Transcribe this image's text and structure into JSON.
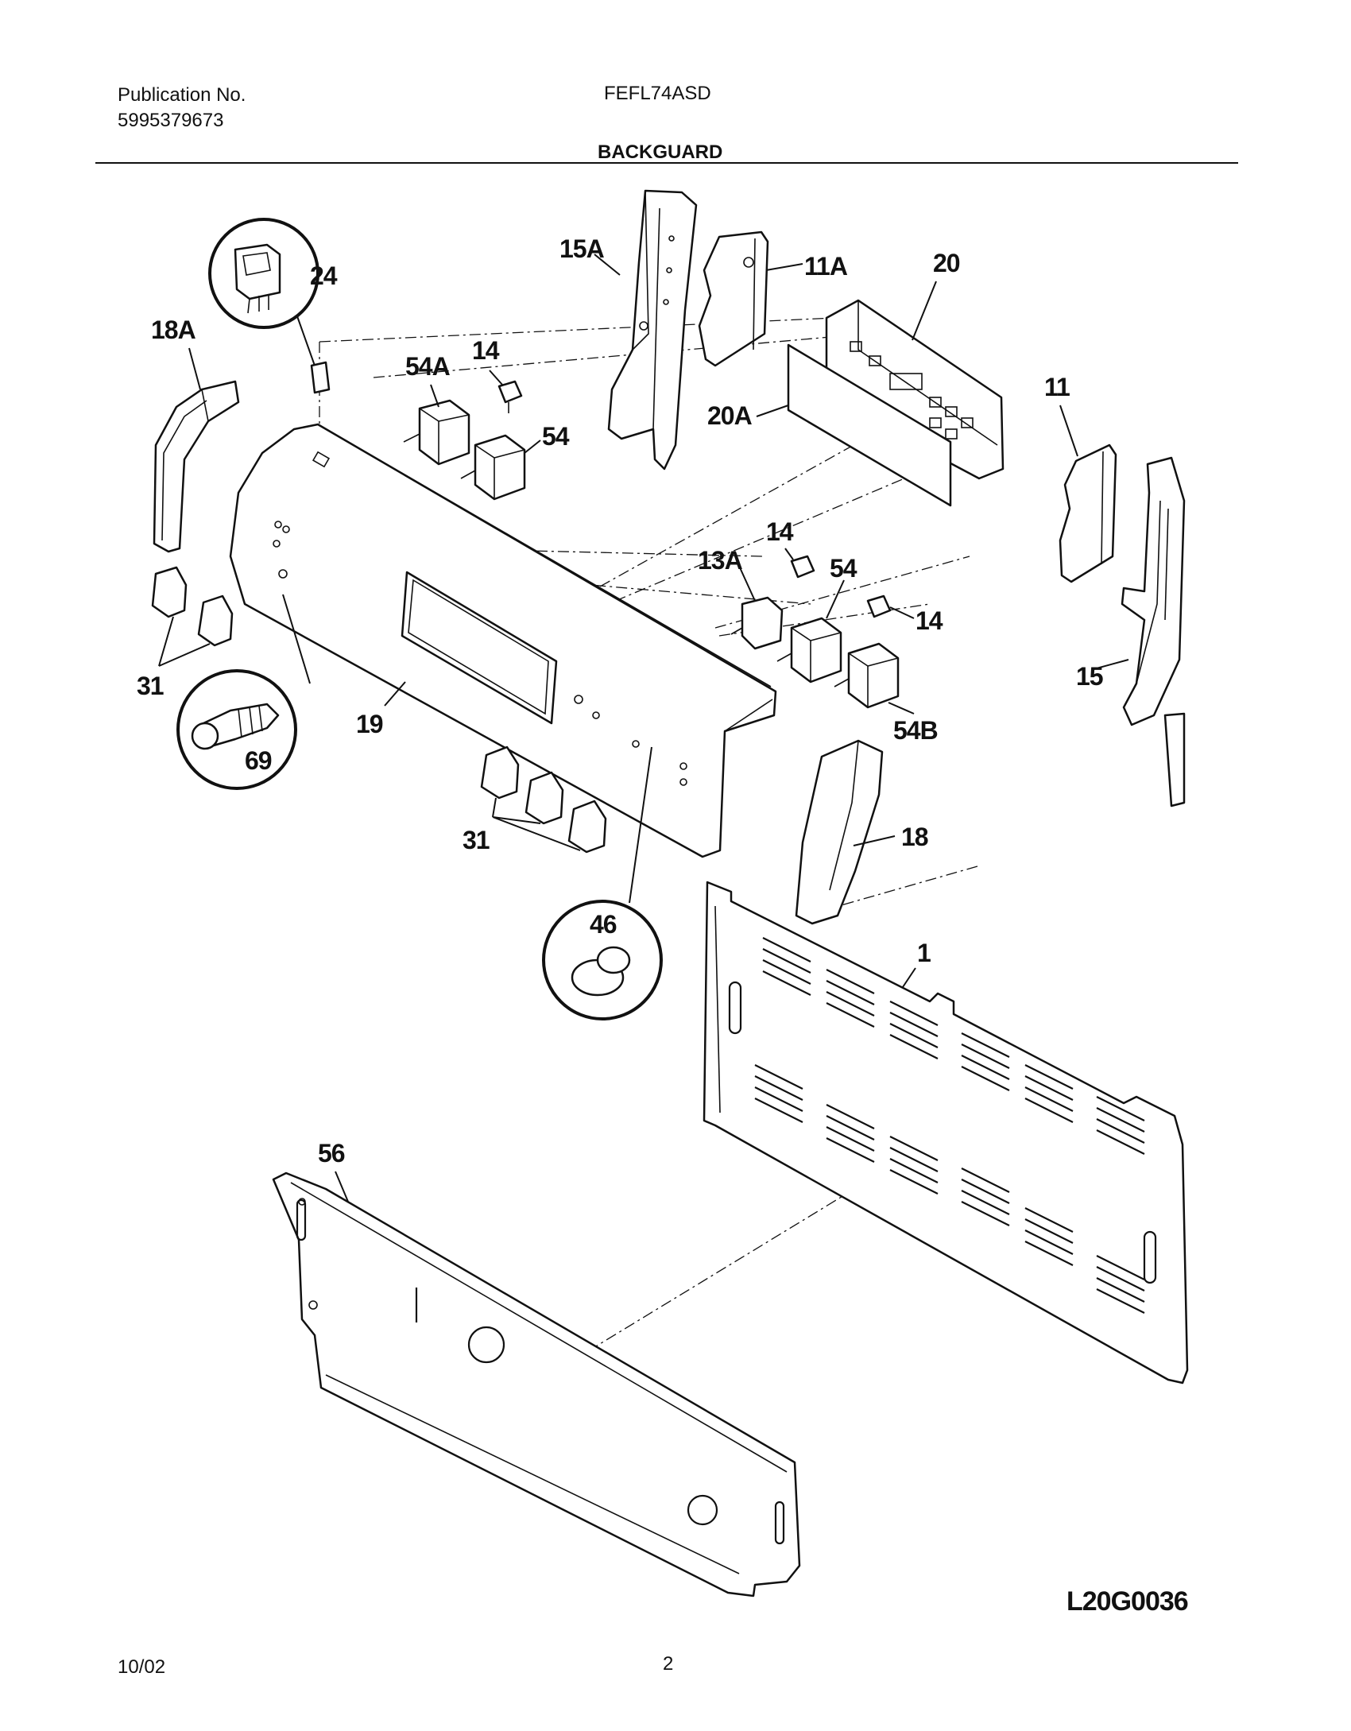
{
  "header": {
    "publication_label": "Publication No.",
    "publication_number": "5995379673",
    "model": "FEFL74ASD",
    "section_title": "BACKGUARD"
  },
  "footer": {
    "date": "10/02",
    "page_number": "2",
    "drawing_code": "L20G0036"
  },
  "labels": {
    "p24": "24",
    "p18A": "18A",
    "p54A": "54A",
    "p14a": "14",
    "p54a": "54",
    "p15A": "15A",
    "p11A": "11A",
    "p20": "20",
    "p20A": "20A",
    "p11": "11",
    "p14b": "14",
    "p13A": "13A",
    "p54b": "54",
    "p14c": "14",
    "p15": "15",
    "p54B": "54B",
    "p31a": "31",
    "p19": "19",
    "p69": "69",
    "p31b": "31",
    "p18": "18",
    "p46": "46",
    "p1": "1",
    "p56": "56"
  }
}
